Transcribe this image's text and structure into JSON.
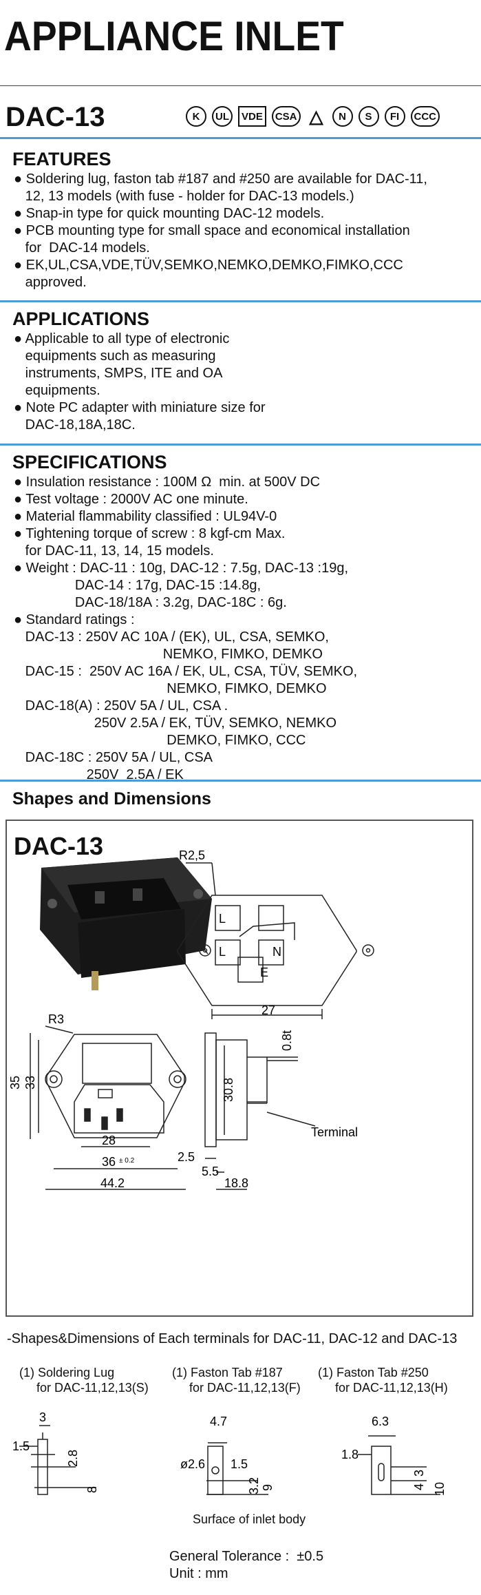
{
  "header": {
    "title": "APPLIANCE INLET",
    "model": "DAC-13"
  },
  "certifications": [
    "K",
    "UL",
    "VDE",
    "CSA",
    "△",
    "N",
    "S",
    "FI",
    "CCC"
  ],
  "features": {
    "title": "FEATURES",
    "lines": [
      "● Soldering lug, faston tab #187 and #250 are available for DAC-11,",
      "   12, 13 models (with fuse - holder for DAC-13 models.)",
      "● Snap-in type for quick mounting DAC-12 models.",
      "● PCB mounting type for small space and economical installation",
      "   for  DAC-14 models.",
      "● EK,UL,CSA,VDE,TÜV,SEMKO,NEMKO,DEMKO,FIMKO,CCC",
      "   approved."
    ]
  },
  "applications": {
    "title": "APPLICATIONS",
    "lines": [
      "● Applicable to all type of electronic",
      "   equipments such as measuring",
      "   instruments, SMPS, ITE and OA",
      "   equipments.",
      "● Note PC adapter with miniature size for",
      "   DAC-18,18A,18C."
    ]
  },
  "specifications": {
    "title": "SPECIFICATIONS",
    "lines": [
      "● Insulation resistance : 100M Ω  min. at 500V DC",
      "● Test voltage : 2000V AC one minute.",
      "● Material flammability classified : UL94V-0",
      "● Tightening torque of screw : 8 kgf-cm Max.",
      "   for DAC-11, 13, 14, 15 models.",
      "● Weight : DAC-11 : 10g, DAC-12 : 7.5g, DAC-13 :19g,",
      "                DAC-14 : 17g, DAC-15 :14.8g,",
      "                DAC-18/18A : 3.2g, DAC-18C : 6g.",
      "● Standard ratings :",
      "   DAC-13 : 250V AC 10A / (EK), UL, CSA, SEMKO,",
      "                                       NEMKO, FIMKO, DEMKO",
      "   DAC-15 :  250V AC 16A / EK, UL, CSA, TÜV, SEMKO,",
      "                                        NEMKO, FIMKO, DEMKO",
      "   DAC-18(A) : 250V 5A / UL, CSA .",
      "                     250V 2.5A / EK, TÜV, SEMKO, NEMKO",
      "                                        DEMKO, FIMKO, CCC",
      "   DAC-18C : 250V 5A / UL, CSA",
      "                   250V  2.5A / EK"
    ]
  },
  "shapes": {
    "title": "Shapes and Dimensions",
    "model": "DAC-13",
    "dims": {
      "r25": "R2,5",
      "r3": "R3",
      "d27": "27",
      "d35": "35",
      "d33": "33",
      "d28": "28",
      "d36": "36",
      "d36tol": "± 0.2",
      "d442": "44.2",
      "d308": "30.8",
      "d08t": "0.8t",
      "d25": "2.5",
      "d55": "5.5",
      "d188": "18.8",
      "terminal": "Terminal",
      "pinL": "L",
      "pinN": "N",
      "pinE": "E"
    }
  },
  "terminals": {
    "title": "-Shapes&Dimensions of Each terminals for DAC-11, DAC-12 and DAC-13",
    "items": [
      {
        "label": "(1) Soldering Lug\n     for DAC-11,12,13(S)",
        "d1": "3",
        "d2": "1.5",
        "d3": "2.8",
        "d4": "8"
      },
      {
        "label": "(1) Faston Tab #187\n     for DAC-11,12,13(F)",
        "d1": "4.7",
        "d2": "ø2.6",
        "d3": "1.5",
        "d4": "3.2",
        "d5": "9"
      },
      {
        "label": "(1) Faston Tab #250\n     for DAC-11,12,13(H)",
        "d1": "6.3",
        "d2": "1.8",
        "d3": "3",
        "d4": "4",
        "d5": "10"
      }
    ],
    "surface": "Surface of inlet body",
    "tolerance": "General Tolerance :  ±0.5\nUnit : mm"
  }
}
